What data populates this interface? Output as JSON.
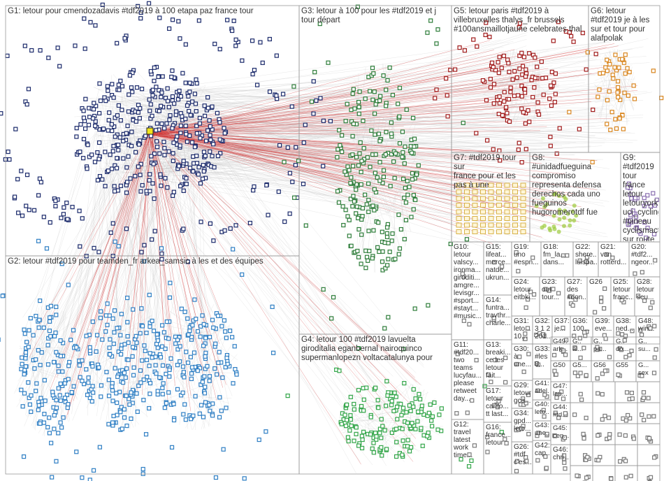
{
  "colors": {
    "edge": "#c9c9c9",
    "hub_edge": "#d23a3a",
    "panel_border": "#9a9a9a",
    "groups": {
      "G1": "#1b2a6b",
      "G2": "#2f7fc4",
      "G3": "#2e7d3a",
      "G4": "#34a64a",
      "G5": "#a11c1c",
      "G6": "#d9861f",
      "G7": "#d8b34a",
      "G8": "#9ccb3c",
      "G9": "#8a6fb0",
      "misc": "#7a7a7a"
    }
  },
  "groups": [
    {
      "id": "G1",
      "label": "G1: letour pour cmendozadavis #tdf2019 à 100 etapa paz france tour"
    },
    {
      "id": "G2",
      "label": "G2: letour #tdf2019 pour teamden_fr arkea_samsic à les et des équipes"
    },
    {
      "id": "G3",
      "label": "G3: letour à 100 pour les #tdf2019 et j\ntour départ"
    },
    {
      "id": "G4",
      "label": "G4: letour 100 #tdf2019 lavuelta\ngiroditalia eganbernal nairoquinco\nsupermanlopezn voltacatalunya pour"
    },
    {
      "id": "G5",
      "label": "G5: letour paris #tdf2019 à\nvillebruxelles thalys_fr brussels\n#100ansmaillotjaune celebrates thal"
    },
    {
      "id": "G6",
      "label": "G6: letour\n#tdf2019 je à les\nsur et tour pour\nalafpolak"
    },
    {
      "id": "G7",
      "label": "G7: #tdf2019 tour sur\nfrance pour et les\npas à une"
    },
    {
      "id": "G8",
      "label": "G8:\n#unidadfueguina\ncompromiso\nrepresenta defensa\nderechos cada uno\nfueguinos\nhugoromerotdf fue"
    },
    {
      "id": "G9",
      "label": "G9: #tdf2019\ntour france\nletour\nletouryorkshire\nuci_cycling\n#pineau\ncyclismactu\nsur route"
    },
    {
      "id": "G10",
      "label": "G10:\nletour\nvalscy...\nironma...\ngiroditi...\namgre...\nlevisgr...\n#sport...\n#stayt...\n#music..."
    },
    {
      "id": "G15",
      "label": "G15:\nlifeat...\nmerce...\nnatde...\nukrun..."
    },
    {
      "id": "G14",
      "label": "G14:\nfuntra...\ntravthr...\ncharle..."
    },
    {
      "id": "G19",
      "label": "G19:\nuno\n#espn..."
    },
    {
      "id": "G18",
      "label": "G18:\nfm_la...\ndans..."
    },
    {
      "id": "G22",
      "label": "G22:\nshere...\nluispa..."
    },
    {
      "id": "G21",
      "label": "G21:\nvan\nrotterd..."
    },
    {
      "id": "G20",
      "label": "G20:\n#tdf2...\nngeor..."
    },
    {
      "id": "G24",
      "label": "G24:\nletour\neitbki..."
    },
    {
      "id": "G23",
      "label": "G23:\nout\ntour..."
    },
    {
      "id": "G27",
      "label": "G27:\ndes\n#don..."
    },
    {
      "id": "G26",
      "label": "G26"
    },
    {
      "id": "G25",
      "label": "G25:\nletour\nfranc..."
    },
    {
      "id": "G28",
      "label": "G28:\nletour\nseu..."
    },
    {
      "id": "G11",
      "label": "G11:\n#tdf20...\ntwo\nteams\nlucyfau...\nplease\nretweet\nday..."
    },
    {
      "id": "G13",
      "label": "G13:\nbreaki...\nce les\nletour\nfait..."
    },
    {
      "id": "G31",
      "label": "G31:\nleto...\n10..."
    },
    {
      "id": "G32",
      "label": "G32:\n3 1 2\n201..."
    },
    {
      "id": "G37",
      "label": "G37:\nje..."
    },
    {
      "id": "G36",
      "label": "G36:\n100..."
    },
    {
      "id": "G39",
      "label": "G39:\neve..."
    },
    {
      "id": "G38",
      "label": "G38:\nned..."
    },
    {
      "id": "G48",
      "label": "G48:\nwin..."
    },
    {
      "id": "G30",
      "label": "G30:\nà\nune..."
    },
    {
      "id": "G33",
      "label": "G33:\n#les\n8..."
    },
    {
      "id": "G49",
      "label": "G49:\nark..."
    },
    {
      "id": "G35",
      "label": "G..\nal..."
    },
    {
      "id": "G52",
      "label": "G..\npa..."
    },
    {
      "id": "G53",
      "label": "G..\ndo..."
    },
    {
      "id": "G54",
      "label": "G..\nsu..."
    },
    {
      "id": "G17",
      "label": "G17:\nletour\ncarlto...\ntt last..."
    },
    {
      "id": "G29",
      "label": "G29:\nletour\ngca..."
    },
    {
      "id": "G41",
      "label": "G41:\nadel..."
    },
    {
      "id": "G50",
      "label": "G50"
    },
    {
      "id": "G5x",
      "label": "G5..."
    },
    {
      "id": "G56",
      "label": "G56"
    },
    {
      "id": "G55",
      "label": "G55"
    },
    {
      "id": "G47",
      "label": "G47:\nlau..."
    },
    {
      "id": "G40",
      "label": "G40:\nleto..."
    },
    {
      "id": "G44",
      "label": "G44:\n#td..."
    },
    {
      "id": "G12",
      "label": "G12:\ntravel\nlatest\nwork\ntime..."
    },
    {
      "id": "G16",
      "label": "G16:\nfrance...\nletour"
    },
    {
      "id": "G34",
      "label": "G34:\ngpd...\nleto..."
    },
    {
      "id": "G43",
      "label": "G43:\nune..."
    },
    {
      "id": "G45",
      "label": "G45:\ncen..."
    },
    {
      "id": "G42",
      "label": "G42:\ncap..."
    },
    {
      "id": "G46",
      "label": "G46:\nchri..."
    },
    {
      "id": "G26b",
      "label": "G26:\n#tdf\nc'es..."
    },
    {
      "id": "G57",
      "label": "G...\nsex"
    }
  ]
}
